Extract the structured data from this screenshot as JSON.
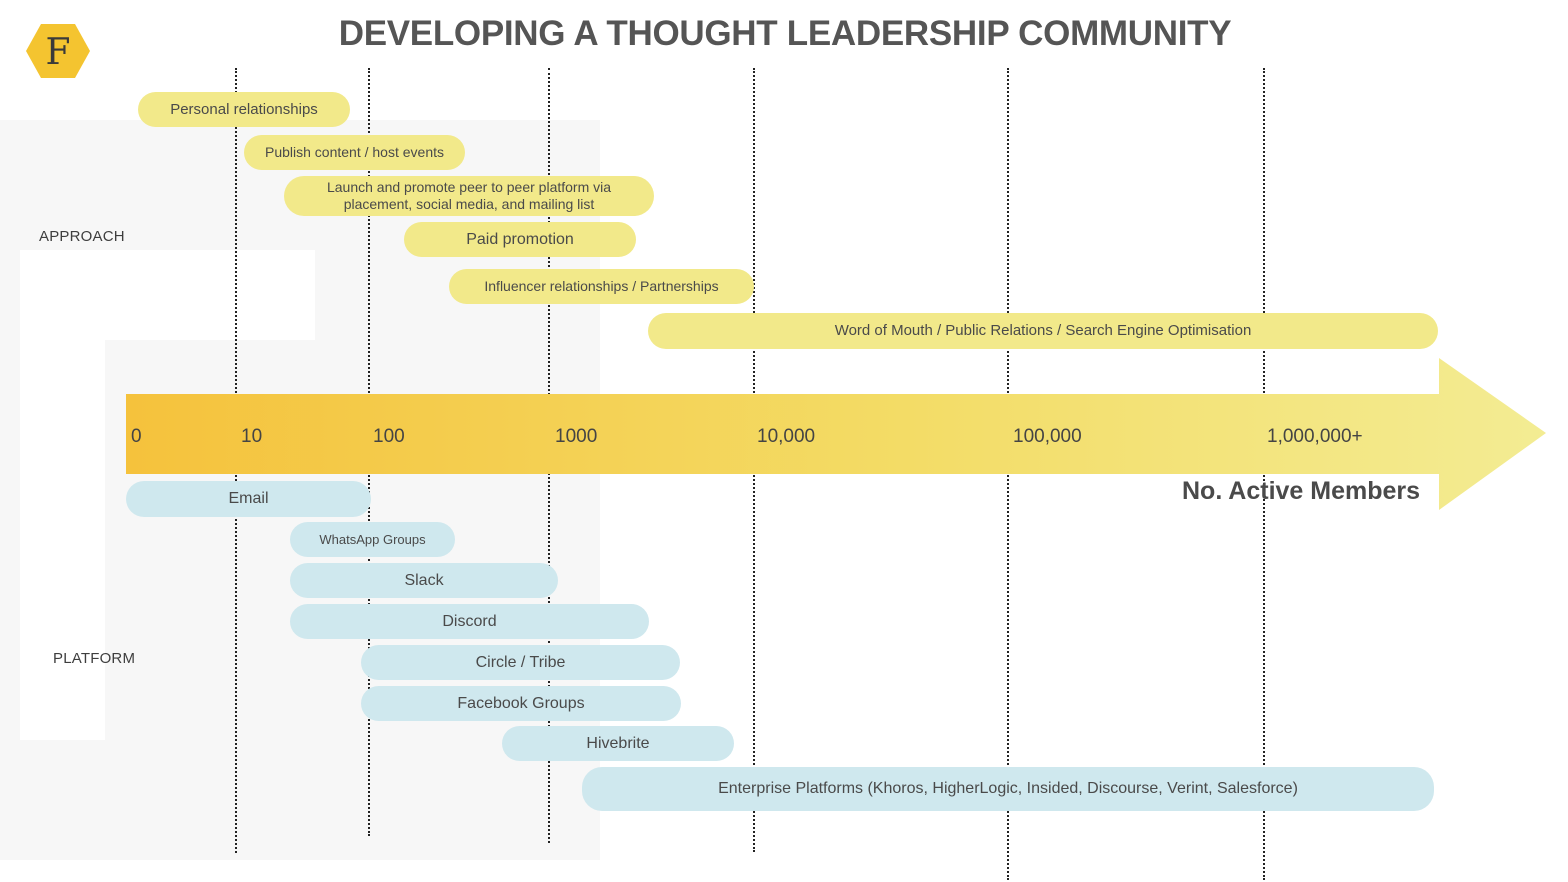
{
  "title": "DEVELOPING A THOUGHT LEADERSHIP COMMUNITY",
  "logo": {
    "letter": "F",
    "color": "#f4c430",
    "icon": "hexagon-f-logo"
  },
  "labels": {
    "approach": "APPROACH",
    "platform": "PLATFORM"
  },
  "axis": {
    "ticks": [
      "0",
      "10",
      "100",
      "1000",
      "10,000",
      "100,000",
      "1,000,000+"
    ],
    "label": "No. Active Members"
  },
  "approach_items": [
    "Personal relationships",
    "Publish content / host events",
    "Launch and promote peer to peer platform via placement, social media, and mailing list",
    "Paid promotion",
    "Influencer relationships / Partnerships",
    "Word of Mouth / Public Relations / Search Engine Optimisation"
  ],
  "platform_items": [
    "Email",
    "WhatsApp Groups",
    "Slack",
    "Discord",
    "Circle / Tribe",
    "Facebook Groups",
    "Hivebrite",
    "Enterprise Platforms (Khoros, HigherLogic, Insided, Discourse, Verint, Salesforce)"
  ],
  "colors": {
    "approach": "#f2e98a",
    "platform": "#cfe8ee",
    "arrow_start": "#f5c23c",
    "arrow_end": "#f3ec93"
  }
}
